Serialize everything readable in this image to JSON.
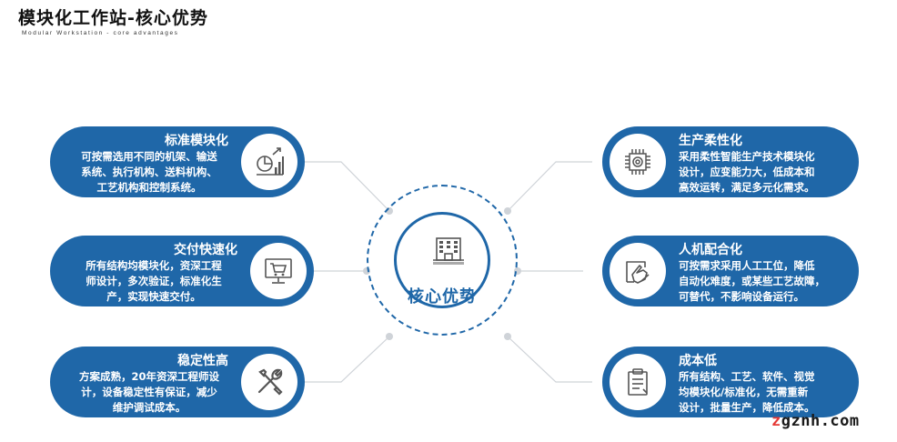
{
  "header": {
    "title": "模块化工作站-核心优势",
    "subtitle": "Modular Workstation - core advantages"
  },
  "center": {
    "label": "核心优势",
    "icon": "building-icon"
  },
  "cards": {
    "left": [
      {
        "title": "标准模块化",
        "lines": [
          "可按需选用不同的机架、输送",
          "系统、执行机构、送料机构、",
          "工艺机构和控制系统。"
        ],
        "icon": "growth-chart-icon"
      },
      {
        "title": "交付快速化",
        "lines": [
          "所有结构均模块化，资深工程",
          "师设计，多次验证，标准化生",
          "产，实现快速交付。"
        ],
        "icon": "shopping-cart-screen-icon"
      },
      {
        "title": "稳定性高",
        "lines": [
          "方案成熟，20年资深工程师设",
          "计，设备稳定性有保证，减少",
          "维护调试成本。"
        ],
        "icon": "wrench-screwdriver-icon"
      }
    ],
    "right": [
      {
        "title": "生产柔性化",
        "lines": [
          "采用柔性智能生产技术模块化",
          "设计，应变能力大，低成本和",
          "高效运转，满足多元化需求。"
        ],
        "icon": "chip-processor-icon"
      },
      {
        "title": "人机配合化",
        "lines": [
          "可按需求采用人工工位，降低",
          "自动化难度，或某些工艺故障，",
          "可替代，不影响设备运行。"
        ],
        "icon": "hand-touch-screen-icon"
      },
      {
        "title": "成本低",
        "lines": [
          "所有结构、工艺、软件、视觉",
          "均模块化/标准化，无需重新",
          "设计，批量生产，降低成本。"
        ],
        "icon": "clipboard-document-icon"
      }
    ]
  },
  "watermark": {
    "prefix": "z",
    "rest": "gznh.com"
  },
  "colors": {
    "primary": "#1f67a8",
    "connector": "#cfd3d8"
  }
}
